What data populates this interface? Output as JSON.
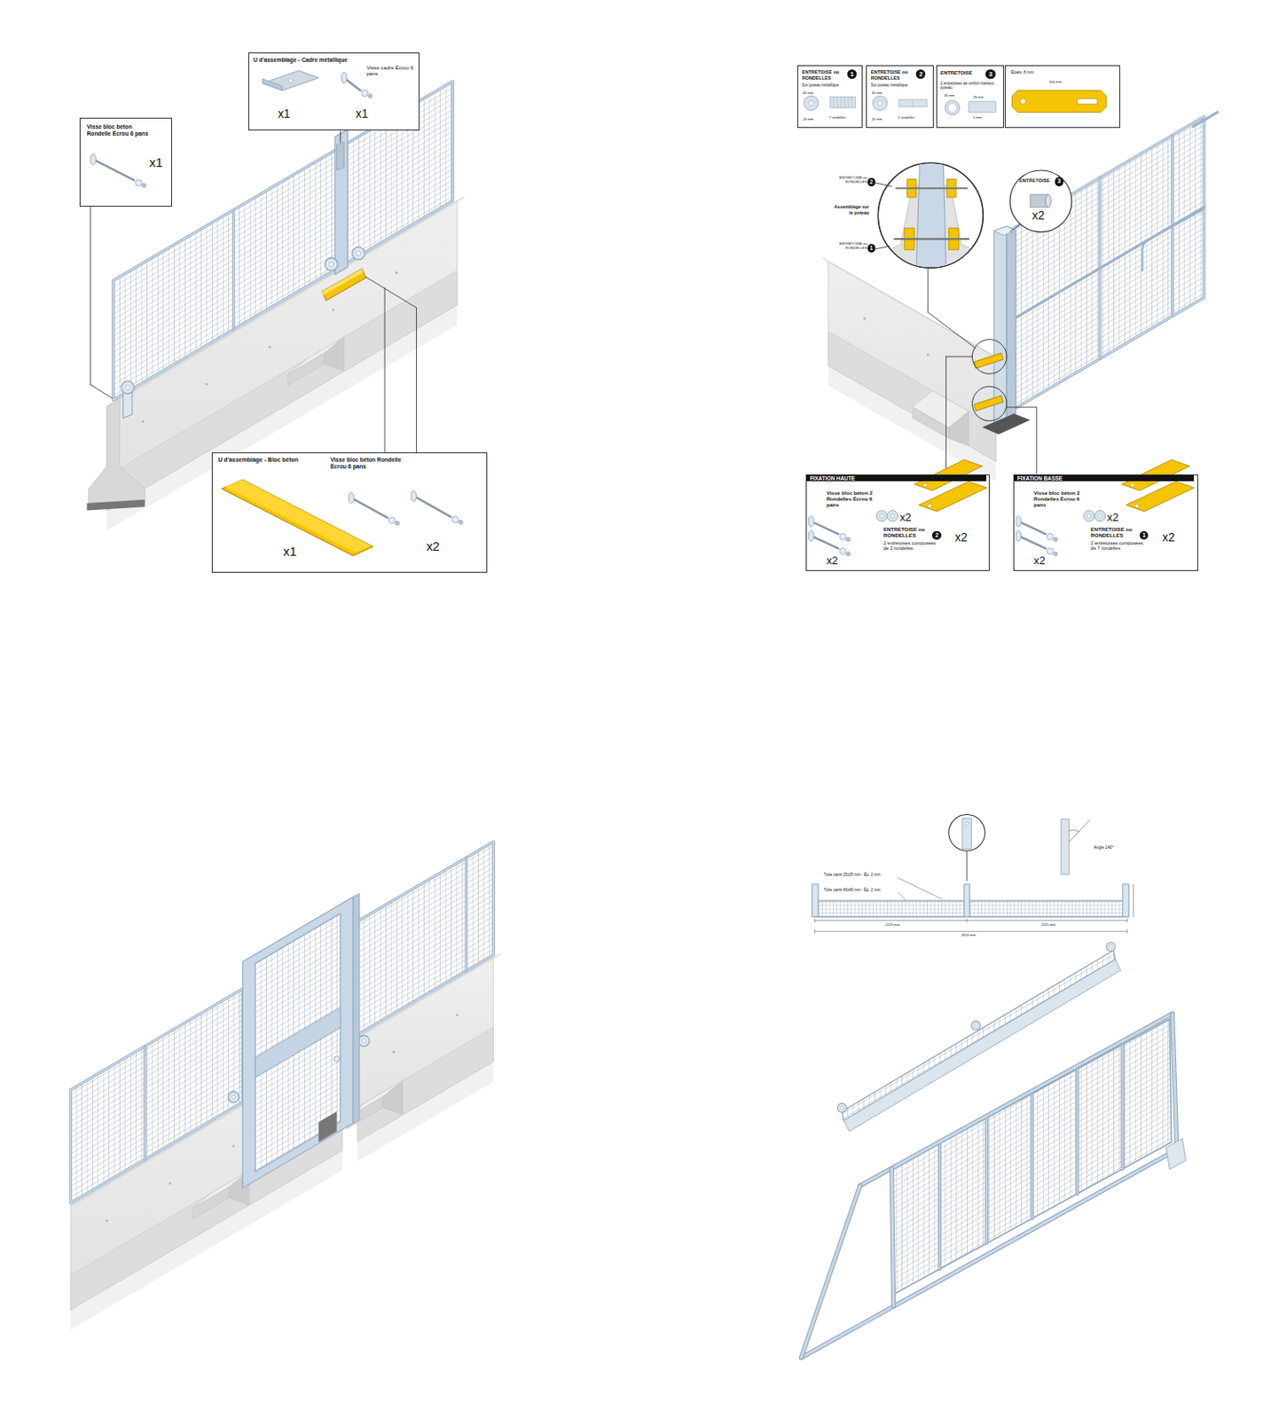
{
  "diagram": {
    "nodes": [
      {
        "text": [
          "Visse bloc béton Rondelle Écrou 6 pans",
          "x1"
        ]
      },
      {
        "text": [
          "U d'assemblage - Cadre métallique",
          "Visse cadre Écrou 6 pans",
          "x1",
          "x1"
        ]
      },
      {
        "text": [
          "U d'assemblage - Bloc béton",
          "Visse bloc béton Rondelle Écrou 6 pans",
          "x1",
          "x2"
        ]
      },
      {
        "text": [
          "ENTRETOISE ou RONDELLES",
          "1",
          "Sur poteau métallique",
          "60 mm",
          "20 mm",
          "7 rondelles"
        ]
      },
      {
        "text": [
          "ENTRETOISE ou RONDELLES",
          "2",
          "Sur poteau métallique",
          "60 mm",
          "20 mm",
          "2 rondelles"
        ]
      },
      {
        "text": [
          "ENTRETOISE",
          "3",
          "2 entretoises de renfort intérieur poteau",
          "30 mm",
          "26 mm",
          "5 mm"
        ]
      },
      {
        "text": [
          "Épais. 8 mm",
          "400 mm"
        ]
      },
      {
        "text": [
          "ENTRETOISE",
          "3",
          "x2"
        ]
      },
      {
        "text": [
          "FIXATION HAUTE",
          "Visse bloc béton 2 Rondelles Écrou 6 pans",
          "x2",
          "x2",
          "ENTRETOISE ou RONDELLES",
          "2",
          "2 entretoises composées de 2 rondelles",
          "x2"
        ]
      },
      {
        "text": [
          "FIXATION BASSE",
          "Visse bloc béton 2 Rondelles Écrou 6 pans",
          "x2",
          "x2",
          "ENTRETOISE ou RONDELLES",
          "1",
          "2 entretoises composées de 7 rondelles",
          "x2"
        ]
      }
    ],
    "labels": [
      "ENTRETOISE ou RONDELLES",
      "2",
      "Assemblage sur le poteau",
      "ENTRETOISE ou RONDELLES",
      "1",
      "Tube carré 25x25 mm - Ép. 2 mm",
      "Tube carré 40x40 mm - Ép. 2 mm",
      "Angle 140°",
      "2225 mm",
      "2225 mm",
      "4550 mm"
    ]
  }
}
